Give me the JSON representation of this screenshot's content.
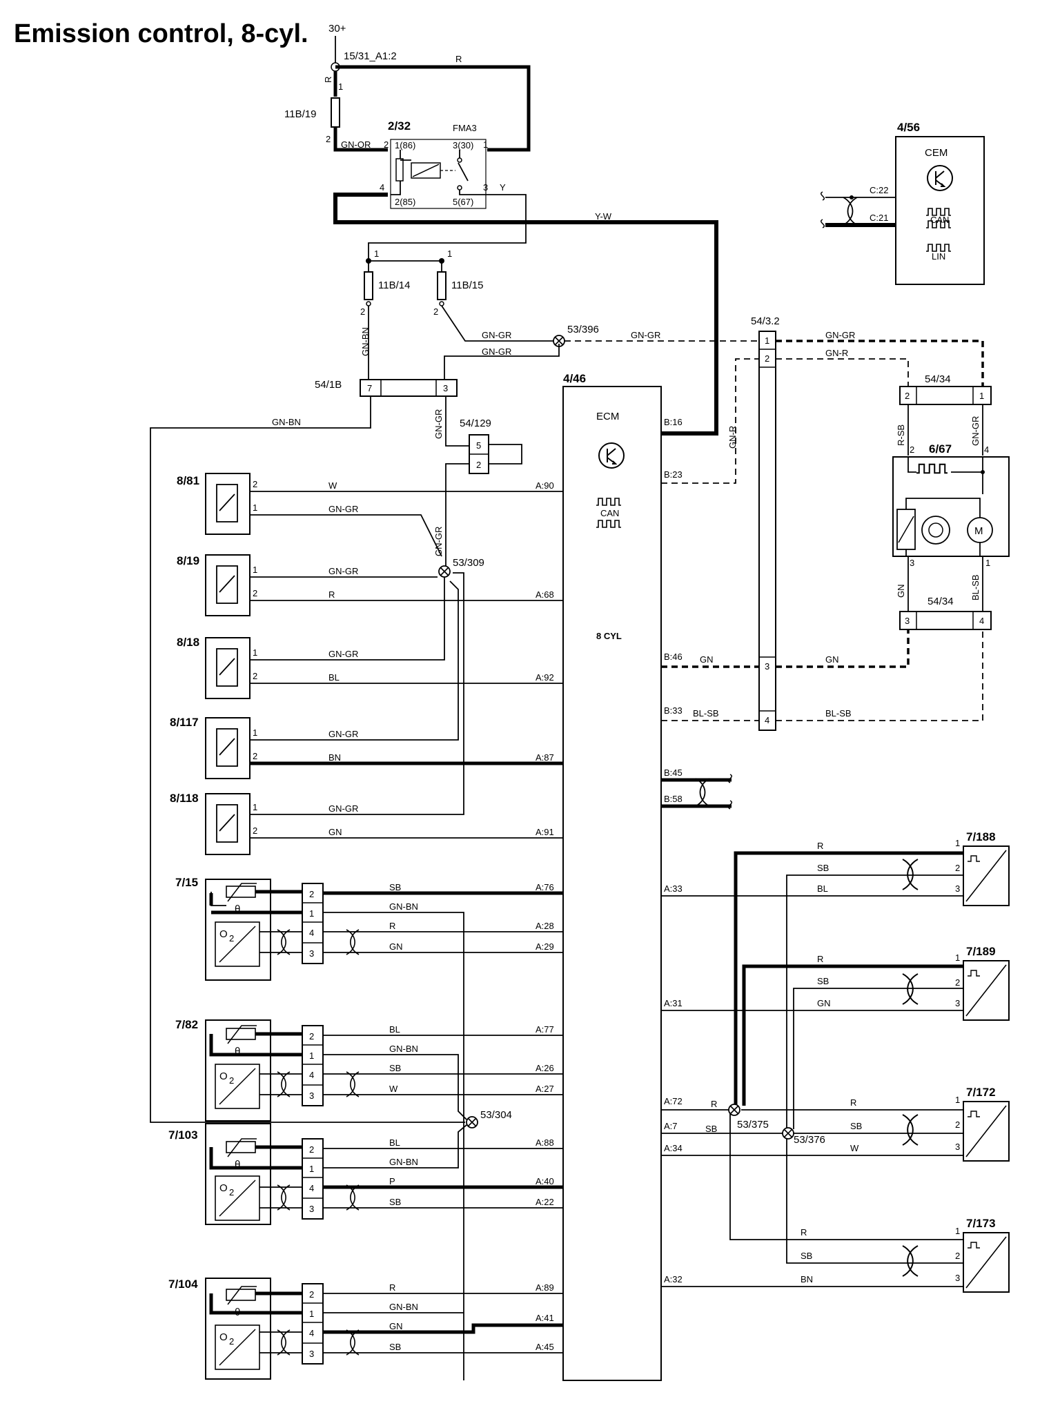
{
  "title": "Emission control, 8-cyl.",
  "supply": {
    "label": "30+",
    "node": "15/31_A1:2"
  },
  "fuses": [
    {
      "id": "11B/19",
      "pin_top": "1",
      "pin_bottom": "2"
    },
    {
      "id": "11B/14",
      "pin_top": "1",
      "pin_bottom": "2"
    },
    {
      "id": "11B/15",
      "pin_top": "1",
      "pin_bottom": "2"
    }
  ],
  "relay": {
    "id": "2/32",
    "type": "FMA3",
    "p86": "1(86)",
    "p30": "3(30)",
    "p85": "2(85)",
    "p87": "5(67)",
    "n1": "1",
    "n2": "2",
    "n3": "3",
    "n4": "4"
  },
  "cem": {
    "id": "4/56",
    "name": "CEM",
    "can": "CAN",
    "lin": "LIN",
    "c22": "C:22",
    "c21": "C:21"
  },
  "ecm": {
    "id": "4/46",
    "name": "ECM",
    "can": "CAN",
    "variant": "8 CYL"
  },
  "splices": {
    "s396": "53/396",
    "s309": "53/309",
    "s304": "53/304",
    "s375": "53/375",
    "s376": "53/376"
  },
  "connectors": {
    "c1b": {
      "id": "54/1B",
      "p7": "7",
      "p3": "3"
    },
    "c129": {
      "id": "54/129",
      "p5": "5",
      "p2": "2"
    },
    "c32": {
      "id": "54/3.2",
      "p1": "1",
      "p2": "2",
      "p3": "3",
      "p4": "4"
    },
    "c34a": {
      "id": "54/34",
      "p2": "2",
      "p1": "1"
    },
    "c34b": {
      "id": "54/34",
      "p3": "3",
      "p4": "4"
    }
  },
  "pump": {
    "id": "6/67",
    "p2": "2",
    "p4": "4",
    "p3": "3",
    "p1": "1",
    "motor": "M"
  },
  "wire_colors": {
    "r": "R",
    "y": "Y",
    "yw": "Y-W",
    "gnor": "GN-OR",
    "gnbn": "GN-BN",
    "gngr": "GN-GR",
    "gnr": "GN-R",
    "rsb": "R-SB",
    "gn": "GN",
    "blsb": "BL-SB",
    "w": "W",
    "bl": "BL",
    "bn": "BN",
    "sb": "SB",
    "p": "P"
  },
  "ecm_pins": {
    "b16": "B:16",
    "b23": "B:23",
    "b46": "B:46",
    "b33": "B:33",
    "b45": "B:45",
    "b58": "B:58",
    "a90": "A:90",
    "a68": "A:68",
    "a92": "A:92",
    "a87": "A:87",
    "a91": "A:91",
    "a76": "A:76",
    "a28": "A:28",
    "a29": "A:29",
    "a77": "A:77",
    "a26": "A:26",
    "a27": "A:27",
    "a88": "A:88",
    "a40": "A:40",
    "a22": "A:22",
    "a89": "A:89",
    "a41": "A:41",
    "a45": "A:45",
    "a33": "A:33",
    "a31": "A:31",
    "a72": "A:72",
    "a7": "A:7",
    "a34": "A:34",
    "a32": "A:32"
  },
  "injectors": [
    {
      "id": "8/81",
      "p2": "2",
      "p1": "1"
    },
    {
      "id": "8/19",
      "p1": "1",
      "p2": "2"
    },
    {
      "id": "8/18",
      "p1": "1",
      "p2": "2"
    },
    {
      "id": "8/117",
      "p1": "1",
      "p2": "2"
    },
    {
      "id": "8/118",
      "p1": "1",
      "p2": "2"
    }
  ],
  "o2_sensors": [
    {
      "id": "7/15",
      "pins": [
        "2",
        "1",
        "4",
        "3"
      ]
    },
    {
      "id": "7/82",
      "pins": [
        "2",
        "1",
        "4",
        "3"
      ]
    },
    {
      "id": "7/103",
      "pins": [
        "2",
        "1",
        "4",
        "3"
      ]
    },
    {
      "id": "7/104",
      "pins": [
        "2",
        "1",
        "4",
        "3"
      ]
    }
  ],
  "o2_symbol": {
    "theta": "θ",
    "o": "O",
    "sub": "2"
  },
  "position_sensors": [
    {
      "id": "7/188",
      "pins": [
        "1",
        "2",
        "3"
      ]
    },
    {
      "id": "7/189",
      "pins": [
        "1",
        "2",
        "3"
      ]
    },
    {
      "id": "7/172",
      "pins": [
        "1",
        "2",
        "3"
      ]
    },
    {
      "id": "7/173",
      "pins": [
        "1",
        "2",
        "3"
      ]
    }
  ]
}
